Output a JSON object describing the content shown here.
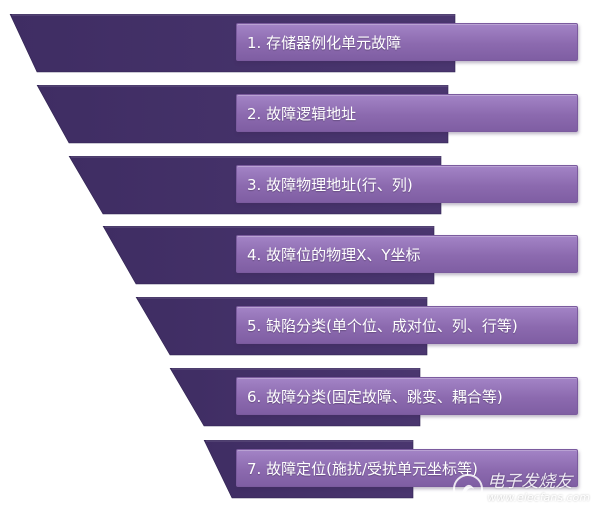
{
  "colors": {
    "funnel_dark": "#3f2d63",
    "funnel_mid": "#4a366f",
    "label_fill": "#8f6fb3",
    "label_text": "#ffffff"
  },
  "levels": [
    {
      "label": "1. 存储器例化单元故障"
    },
    {
      "label": "2. 故障逻辑地址"
    },
    {
      "label": "3. 故障物理地址(行、列)"
    },
    {
      "label": "4. 故障位的物理X、Y坐标"
    },
    {
      "label": "5. 缺陷分类(单个位、成对位、列、行等)"
    },
    {
      "label": "6. 故障分类(固定故障、跳变、耦合等)"
    },
    {
      "label": "7. 故障定位(施扰/受扰单元坐标等)"
    }
  ],
  "watermark": {
    "cn": "电子发烧友",
    "en": "www.elecfans.com",
    "icon": "elecfans-logo-icon"
  }
}
